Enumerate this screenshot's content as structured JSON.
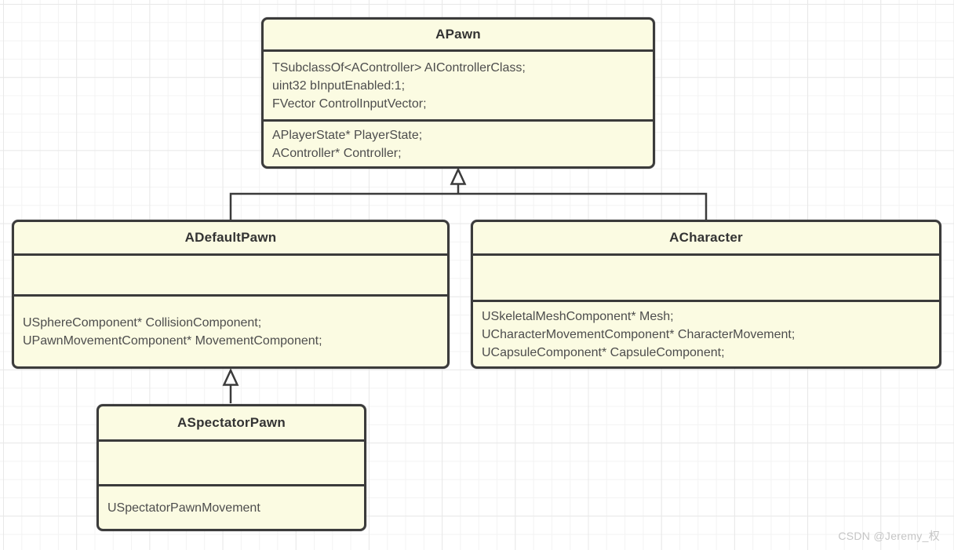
{
  "diagram": {
    "type": "uml-class-diagram",
    "classes": [
      {
        "id": "apawn",
        "title": "APawn",
        "attributes": [
          "TSubclassOf<AController> AIControllerClass;",
          "uint32 bInputEnabled:1;",
          "FVector ControlInputVector;"
        ],
        "methods": [
          "APlayerState* PlayerState;",
          "AController* Controller;"
        ]
      },
      {
        "id": "adefaultpawn",
        "title": "ADefaultPawn",
        "attributes": [],
        "methods": [
          "USphereComponent* CollisionComponent;",
          "UPawnMovementComponent* MovementComponent;"
        ]
      },
      {
        "id": "acharacter",
        "title": "ACharacter",
        "attributes": [],
        "methods": [
          "USkeletalMeshComponent* Mesh;",
          "UCharacterMovementComponent* CharacterMovement;",
          "UCapsuleComponent* CapsuleComponent;"
        ]
      },
      {
        "id": "aspectatorpawn",
        "title": "ASpectatorPawn",
        "attributes": [],
        "methods": [
          "USpectatorPawnMovement"
        ]
      }
    ],
    "relations": [
      {
        "from": "ADefaultPawn",
        "to": "APawn",
        "type": "inheritance"
      },
      {
        "from": "ACharacter",
        "to": "APawn",
        "type": "inheritance"
      },
      {
        "from": "ASpectatorPawn",
        "to": "ADefaultPawn",
        "type": "inheritance"
      }
    ],
    "colors": {
      "box_fill": "#FBFBE2",
      "box_border": "#3B3B3B",
      "title_text": "#333333",
      "member_text": "#4D4D4D",
      "grid_minor": "#F3F3F3",
      "grid_major": "#E8E8E8",
      "watermark": "#C5C5C5"
    }
  },
  "watermark": {
    "text": "CSDN @Jeremy_权"
  }
}
